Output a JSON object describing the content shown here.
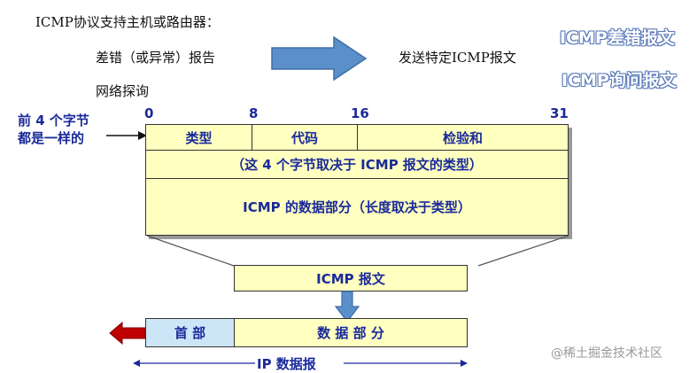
{
  "intro": {
    "heading": "ICMP协议支持主机或路由器：",
    "item_error": "差错（或异常）报告",
    "item_query": "网络探询",
    "send_text": "发送特定ICMP报文"
  },
  "side_tags": {
    "error_msg": "ICMP差错报文",
    "query_msg": "ICMP询问报文"
  },
  "note": {
    "line1": "前 4 个字节",
    "line2": "都是一样的"
  },
  "bits": [
    "0",
    "8",
    "16",
    "31"
  ],
  "header": {
    "type": "类型",
    "code": "代码",
    "checksum": "检验和",
    "depends": "（这 4 个字节取决于 ICMP 报文的类型）",
    "data": "ICMP 的数据部分（长度取决于类型）"
  },
  "icmp_message": "ICMP 报文",
  "ip_packet": {
    "header": "首 部",
    "data": "数 据 部 分",
    "label": "IP 数据报"
  },
  "watermark": "@稀土掘金技术社区",
  "colors": {
    "cell_fill": "#ffffc0",
    "header_cell": "#cce6f8",
    "label_blue": "#1a2a9a",
    "arrow_blue": "#5b8fc9",
    "arrow_red": "#c00000"
  }
}
